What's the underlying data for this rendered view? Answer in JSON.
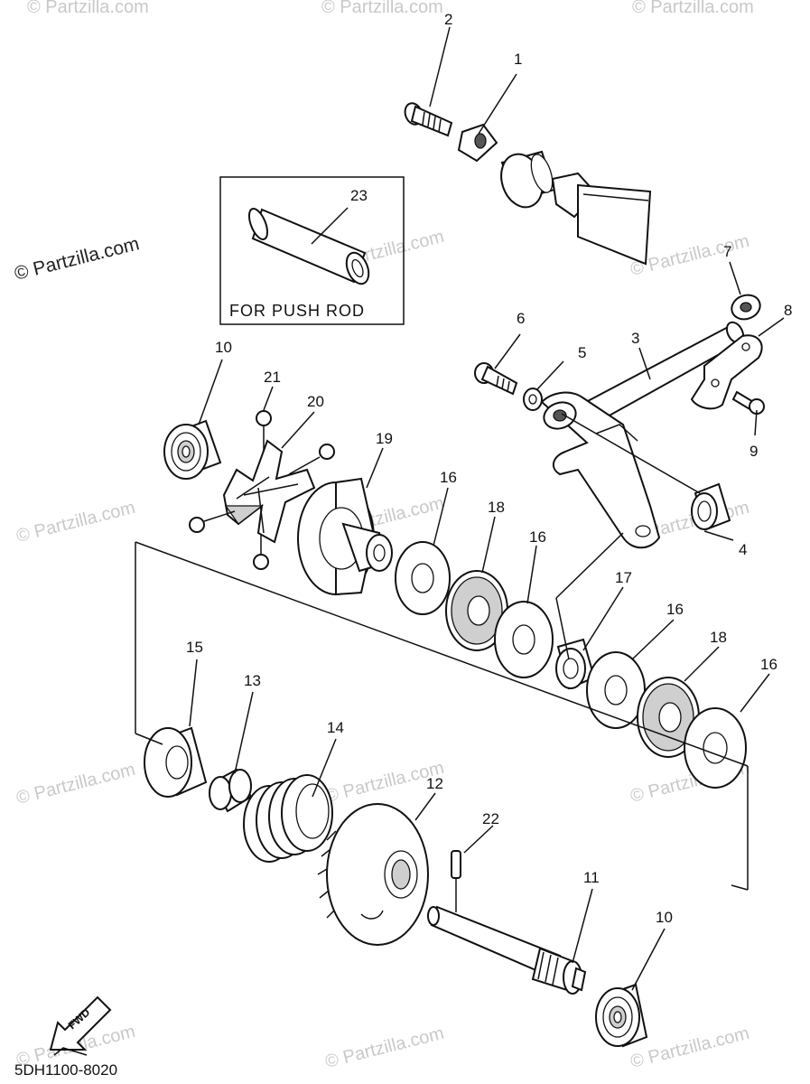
{
  "watermark": {
    "primary": "© Partzilla.com",
    "repeat": "© Partzilla.com"
  },
  "inset": {
    "label": "FOR PUSH ROD",
    "part": "23"
  },
  "diagram_code": "5DH1100-8020",
  "fwd_label": "FWD",
  "callouts": {
    "c1": "1",
    "c2": "2",
    "c3": "3",
    "c4": "4",
    "c5": "5",
    "c6": "6",
    "c7": "7",
    "c8": "8",
    "c9": "9",
    "c10a": "10",
    "c10b": "10",
    "c11": "11",
    "c12": "12",
    "c13": "13",
    "c14": "14",
    "c15": "15",
    "c16a": "16",
    "c16b": "16",
    "c16c": "16",
    "c16d": "16",
    "c17": "17",
    "c18a": "18",
    "c18b": "18",
    "c19": "19",
    "c20": "20",
    "c21": "21",
    "c22": "22"
  }
}
